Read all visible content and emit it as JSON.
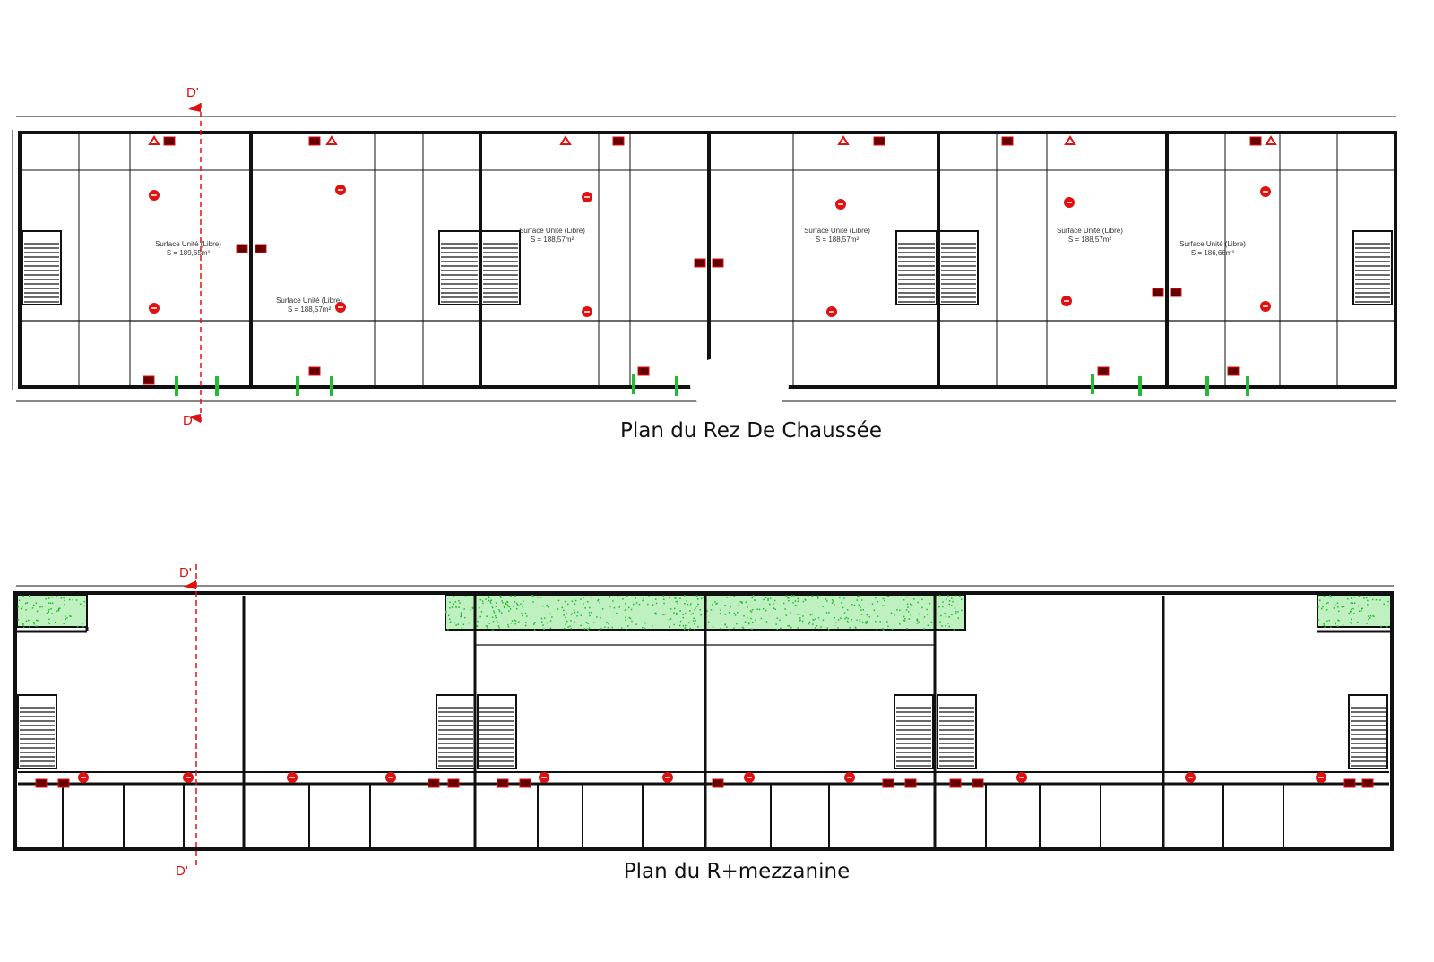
{
  "drawing": {
    "ground_floor": {
      "title": "Plan du Rez De Chaussée",
      "units": [
        {
          "label": "Surface Unité (Libre)",
          "area": "S = 189,65m²"
        },
        {
          "label": "Surface Unité (Libre)",
          "area": "S = 188,57m²"
        },
        {
          "label": "Surface Unité (Libre)",
          "area": "S = 188,57m²"
        },
        {
          "label": "Surface Unité (Libre)",
          "area": "S = 188,57m²"
        },
        {
          "label": "Surface Unité (Libre)",
          "area": "S = 188,57m²"
        },
        {
          "label": "Surface Unité (Libre)",
          "area": "S = 186,66m²"
        }
      ]
    },
    "mezzanine": {
      "title": "Plan du R+mezzanine"
    },
    "section_marker": "D'",
    "colors": {
      "wall": "#111111",
      "safety": "#e01010",
      "green": "#22bb33",
      "text": "#333333"
    }
  }
}
